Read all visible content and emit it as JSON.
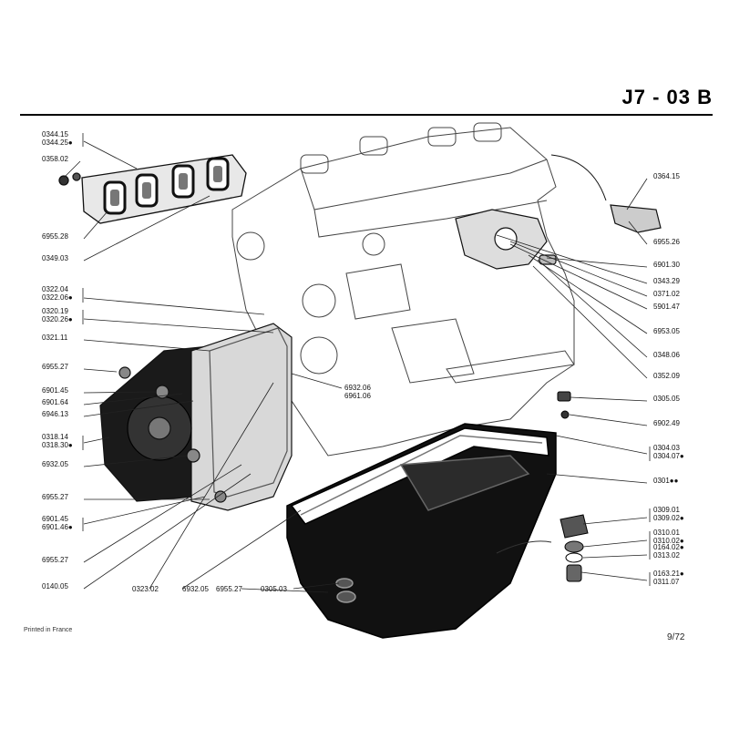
{
  "header": {
    "title": "J7  - 03 B"
  },
  "footer": {
    "printed": "Printed in France",
    "page": "9/72"
  },
  "left_labels": [
    [
      "0344.15",
      "0344.25●"
    ],
    [
      "0358.02"
    ],
    [
      "6955.28"
    ],
    [
      "0349.03"
    ],
    [
      "0322.04",
      "0322.06●"
    ],
    [
      "0320.19",
      "0320.26●"
    ],
    [
      "0321.11"
    ],
    [
      "6955.27"
    ],
    [
      "6901.45"
    ],
    [
      "6901.64"
    ],
    [
      "6946.13"
    ],
    [
      "0318.14",
      "0318.30●"
    ],
    [
      "6932.05"
    ],
    [
      "6955.27"
    ],
    [
      "6901.45",
      "6901.46●"
    ],
    [
      "6955.27"
    ],
    [
      "0140.05"
    ]
  ],
  "right_labels": [
    [
      "0364.15"
    ],
    [
      "6955.26"
    ],
    [
      "6901.30"
    ],
    [
      "0343.29"
    ],
    [
      "0371.02"
    ],
    [
      "5901.47"
    ],
    [
      "6953.05"
    ],
    [
      "0348.06"
    ],
    [
      "0352.09"
    ],
    [
      "0305.05"
    ],
    [
      "6902.49"
    ],
    [
      "0304.03",
      "0304.07●"
    ],
    [
      "0301●●"
    ],
    [
      "0309.01",
      "0309.02●"
    ],
    [
      "0310.01",
      "0310.02●"
    ],
    [
      "0164.02●",
      "0313.02"
    ],
    [
      "0163.21●",
      "0311.07"
    ]
  ],
  "center_labels": [
    [
      "6932.06",
      "6961.06"
    ]
  ],
  "bottom_labels": [
    "0323.02",
    "6932.05",
    "6955.27",
    "0305.03"
  ]
}
